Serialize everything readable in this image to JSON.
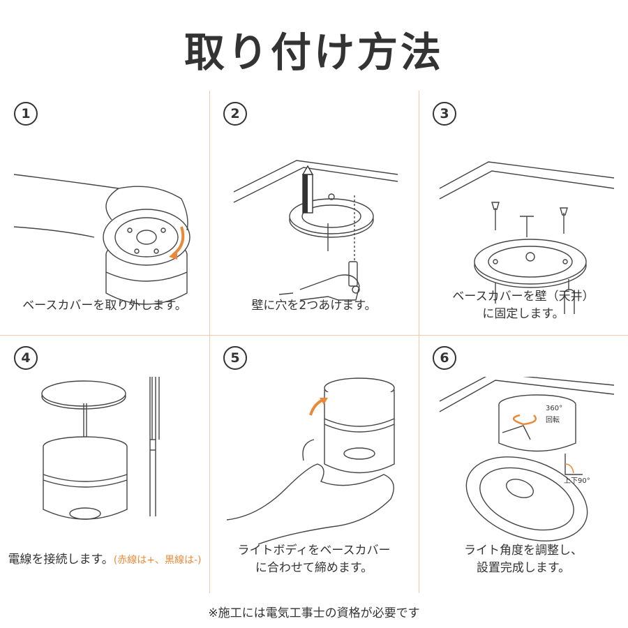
{
  "title": "取り付け方法",
  "steps": [
    {
      "num": "1",
      "caption": [
        "ベースカバーを取り外します。"
      ]
    },
    {
      "num": "2",
      "caption": [
        "壁に穴を2つあけます。"
      ]
    },
    {
      "num": "3",
      "caption": [
        "ベースカバーを壁（天井）",
        "に固定します。"
      ]
    },
    {
      "num": "4",
      "caption": [
        "電線を接続します。"
      ],
      "note": "(赤線は+、黒線は-)"
    },
    {
      "num": "5",
      "caption": [
        "ライトボディをベースカバー",
        "に合わせて締めます。"
      ]
    },
    {
      "num": "6",
      "caption": [
        "ライト角度を調整し、",
        "設置完成します。"
      ],
      "labels": {
        "rotate_deg": "360°",
        "rotate_word": "回転",
        "tilt": "上下90°"
      }
    }
  ],
  "footer": "※施工には電気工事士の資格が必要です",
  "colors": {
    "accent": "#e98a3a",
    "divider": "#f3c9a7",
    "ink": "#333333"
  }
}
